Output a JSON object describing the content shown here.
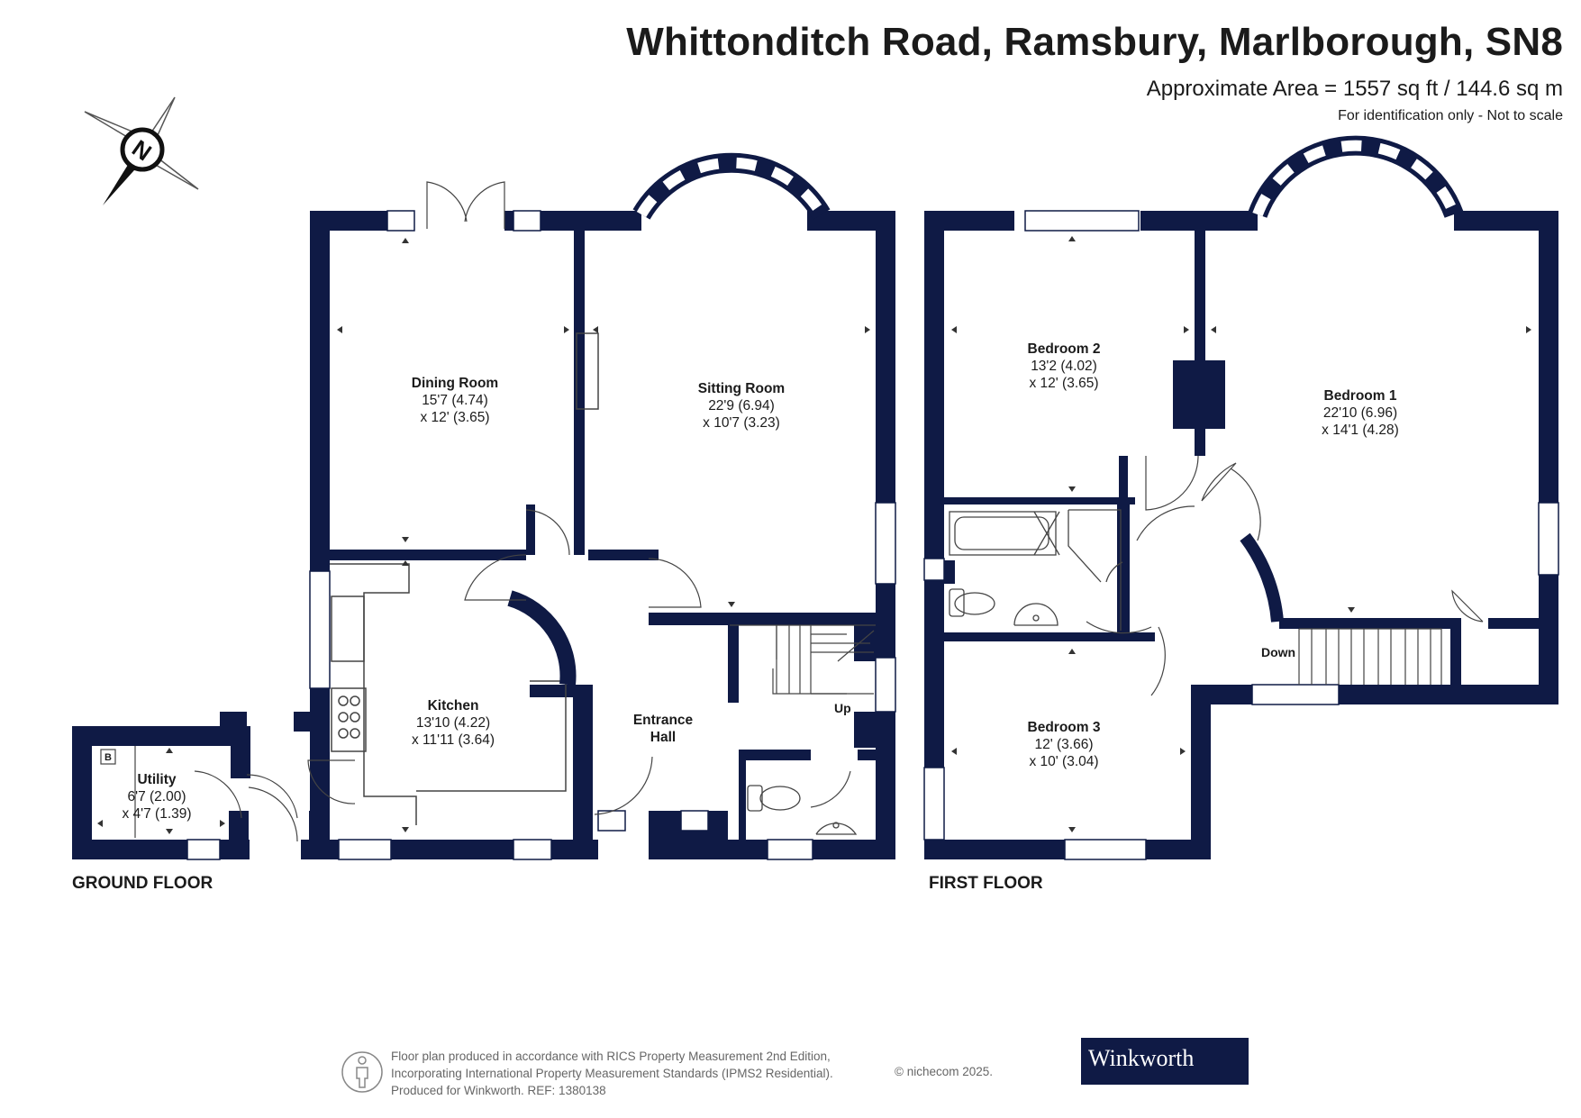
{
  "header": {
    "title": "Whittonditch Road, Ramsbury, Marlborough, SN8",
    "area": "Approximate Area = 1557 sq ft / 144.6 sq m",
    "identification": "For identification only - Not to scale"
  },
  "compass": {
    "letter": "N"
  },
  "floors": [
    {
      "label": "GROUND FLOOR"
    },
    {
      "label": "FIRST FLOOR"
    }
  ],
  "rooms": {
    "dining_room": {
      "name": "Dining Room",
      "dim1": "15'7 (4.74)",
      "dim2": "x 12' (3.65)"
    },
    "sitting_room": {
      "name": "Sitting Room",
      "dim1": "22'9 (6.94)",
      "dim2": "x 10'7 (3.23)"
    },
    "kitchen": {
      "name": "Kitchen",
      "dim1": "13'10 (4.22)",
      "dim2": "x 11'11 (3.64)"
    },
    "entrance_hall": {
      "name1": "Entrance",
      "name2": "Hall"
    },
    "utility": {
      "name": "Utility",
      "dim1": "6'7 (2.00)",
      "dim2": "x 4'7 (1.39)"
    },
    "bedroom_2": {
      "name": "Bedroom 2",
      "dim1": "13'2 (4.02)",
      "dim2": "x 12' (3.65)"
    },
    "bedroom_1": {
      "name": "Bedroom 1",
      "dim1": "22'10 (6.96)",
      "dim2": "x 14'1 (4.28)"
    },
    "bedroom_3": {
      "name": "Bedroom 3",
      "dim1": "12' (3.66)",
      "dim2": "x 10' (3.04)"
    }
  },
  "labels": {
    "up": "Up",
    "down": "Down",
    "boiler": "B"
  },
  "footer": {
    "line1": "Floor plan produced in accordance with RICS Property Measurement 2nd Edition,",
    "line2": "Incorporating International Property Measurement Standards (IPMS2 Residential).",
    "line3": "Produced for Winkworth.   REF:  1380138",
    "copyright": "© nichecom 2025."
  },
  "brand": {
    "name": "Winkworth",
    "color": "#0f1a45"
  },
  "colors": {
    "wall": "#0f1a45",
    "fixture": "#555555"
  }
}
